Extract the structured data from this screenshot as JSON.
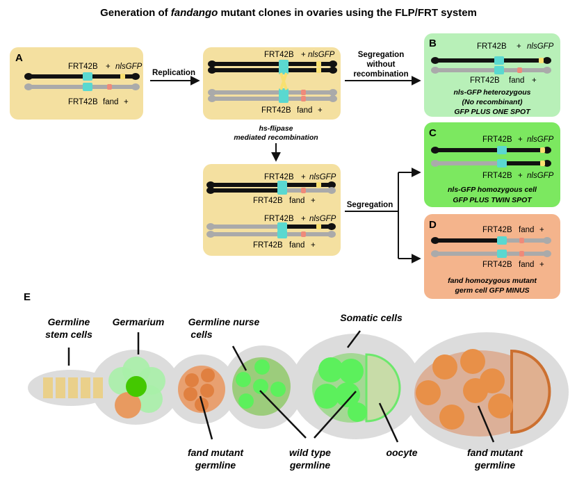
{
  "title": {
    "prefix": "Generation of ",
    "gene": "fandango",
    "suffix": " mutant clones in ovaries using the FLP/FRT system"
  },
  "labels": {
    "frt": "FRT42B",
    "plus": "+",
    "gfp": "nlsGFP",
    "fand": "fand"
  },
  "panels": {
    "A": {
      "letter": "A"
    },
    "rep": {},
    "rec": {},
    "B": {
      "letter": "B",
      "caption": [
        "nls-GFP heterozygous",
        "(No recombinant)",
        "GFP PLUS ONE SPOT"
      ]
    },
    "C": {
      "letter": "C",
      "caption": [
        "nls-GFP homozygous cell",
        "GFP PLUS TWIN SPOT"
      ]
    },
    "D": {
      "letter": "D",
      "caption": [
        "fand homozygous mutant",
        "germ cell GFP MINUS"
      ]
    }
  },
  "arrows": {
    "replication": "Replication",
    "segregation_norec": [
      "Segregation",
      "without",
      "recombination"
    ],
    "flipase": [
      "hs-flipase",
      "mediated recombination"
    ],
    "segregation": "Segregation"
  },
  "panel_e": {
    "letter": "E",
    "labels": {
      "stem_cells": [
        "Germline",
        "stem cells"
      ],
      "germarium": "Germarium",
      "nurse_cells": [
        "Germline nurse",
        "cells"
      ],
      "somatic_cells": "Somatic cells",
      "fand_mutant_1": [
        "fand mutant",
        "germline"
      ],
      "wild_type": [
        "wild type",
        "germline"
      ],
      "oocyte": "oocyte",
      "fand_mutant_2": [
        "fand mutant",
        "germline"
      ]
    }
  },
  "colors": {
    "panel_yellow": "#f4e0a0",
    "panel_light_green": "#b8f0b8",
    "panel_green": "#7ce860",
    "panel_orange": "#f4b48c",
    "chrom_black": "#111111",
    "chrom_grey": "#aaaaaa",
    "frt_cyan": "#5ad8d0",
    "gfp_yellow": "#f8e070",
    "fand_red": "#ee8a7a",
    "cell_green": "#6cf06c",
    "cell_orange": "#e89050",
    "egg_grey": "#dcdcdc"
  }
}
